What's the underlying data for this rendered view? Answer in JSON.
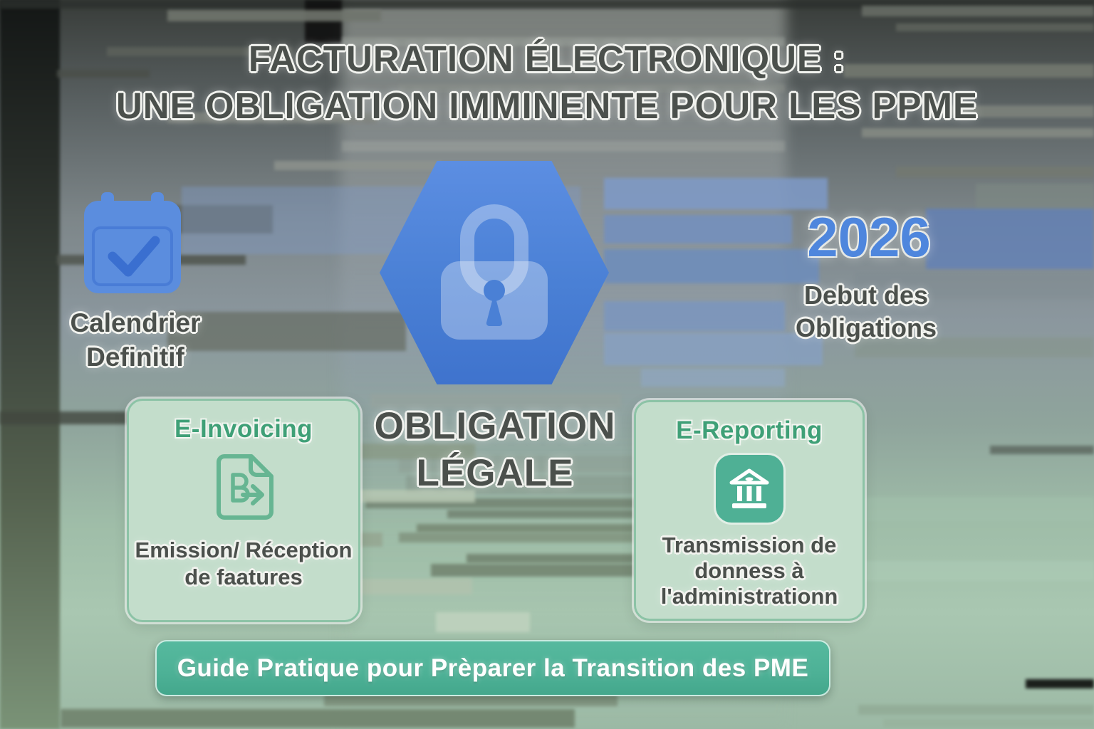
{
  "title": {
    "line1": "FACTURATION ÉLECTRONIQUE :",
    "line2": "UNE OBLIGATION IMMINENTE POUR LES PPME"
  },
  "calendar": {
    "icon": "calendar-check-icon",
    "label_line1": "Calendrier",
    "label_line2": "Definitif"
  },
  "obligation": {
    "icon": "padlock-icon",
    "line1": "OBLIGATION",
    "line2": "LÉGALE"
  },
  "year": {
    "value": "2026",
    "label_line1": "Debut des",
    "label_line2": "Obligations"
  },
  "cards": {
    "invoicing": {
      "title": "E-Invoicing",
      "icon": "invoice-document-arrow-icon",
      "desc_line1": "Emission/ Réception",
      "desc_line2": "de faatures"
    },
    "reporting": {
      "title": "E-Reporting",
      "icon": "bank-icon",
      "desc_line1": "Transmission de",
      "desc_line2": "donness à",
      "desc_line3": "l'administrationn"
    }
  },
  "cta": {
    "label": "Guide Pratique pour Prèparer la Transition des PME"
  },
  "colors": {
    "calendar_blue": "#5b8dde",
    "hexagon_blue": "#4a80d5",
    "year_blue": "#4e86dd",
    "check_blue": "#3a6fd0",
    "green_title": "#3fa077",
    "icon_green": "#66b592",
    "bank_icon_bg": "#4fb095",
    "card_bg": "#c3ddcb",
    "card_border": "#8cc3a6",
    "dark_text": "#4b504c",
    "button_bg": "#4db196",
    "button_text": "#ffffff"
  }
}
